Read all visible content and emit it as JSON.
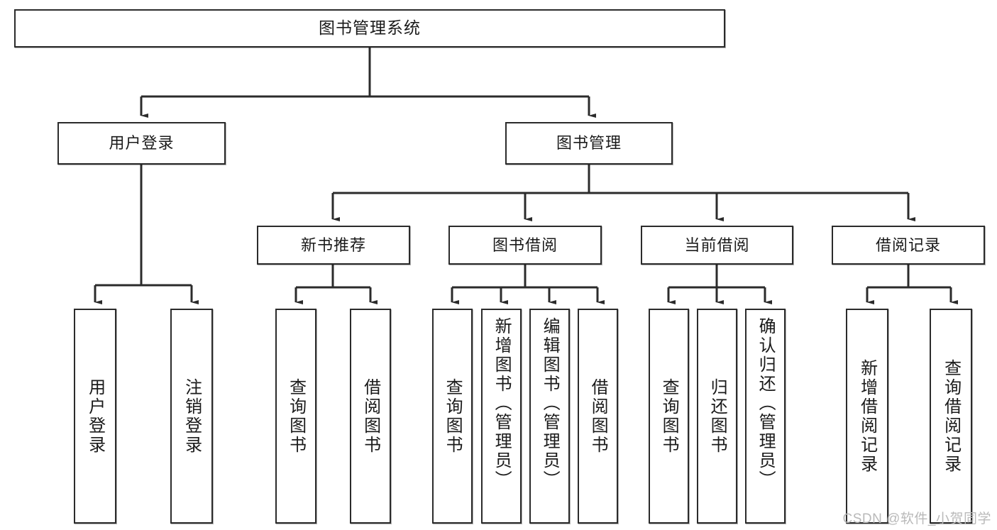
{
  "diagram": {
    "title": "图书管理系统",
    "type": "tree",
    "root": {
      "label": "图书管理系统"
    },
    "level2": [
      {
        "label": "用户登录"
      },
      {
        "label": "图书管理"
      }
    ],
    "level3": [
      {
        "label": "新书推荐"
      },
      {
        "label": "图书借阅"
      },
      {
        "label": "当前借阅"
      },
      {
        "label": "借阅记录"
      }
    ],
    "leaves": {
      "user_login": [
        {
          "label": "用户登录"
        },
        {
          "label": "注销登录"
        }
      ],
      "new_book": [
        {
          "label": "查询图书"
        },
        {
          "label": "借阅图书"
        }
      ],
      "book_borrow": [
        {
          "label": "查询图书"
        },
        {
          "label": "新增图书（管理员）"
        },
        {
          "label": "编辑图书（管理员）"
        },
        {
          "label": "借阅图书"
        }
      ],
      "current_borrow": [
        {
          "label": "查询图书"
        },
        {
          "label": "归还图书"
        },
        {
          "label": "确认归还（管理员）"
        }
      ],
      "borrow_record": [
        {
          "label": "新增借阅记录"
        },
        {
          "label": "查询借阅记录"
        }
      ]
    }
  },
  "watermark": {
    "text": "CSDN @软件_小贺同学"
  },
  "colors": {
    "stroke": "#2b2b2b",
    "fill": "#ffffff",
    "text": "#1a1a1a",
    "watermark": "#b9b9b9"
  }
}
